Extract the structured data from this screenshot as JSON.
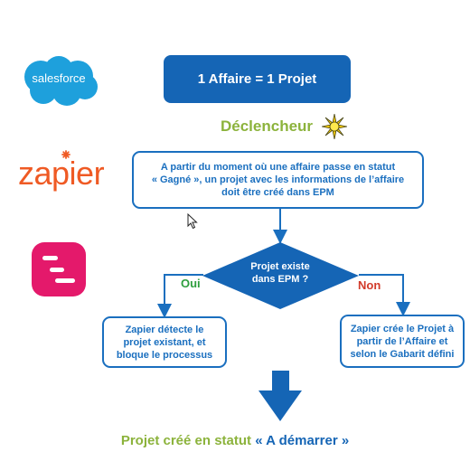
{
  "logos": {
    "salesforce_text": "salesforce",
    "zapier_text": "zapier",
    "app_logo_icon": "epm-logo-icon"
  },
  "diagram": {
    "title": "1 Affaire = 1 Projet",
    "trigger_label": "Déclencheur",
    "trigger_text_lines": [
      "A partir du moment où une affaire passe en statut",
      "« Gagné », un projet avec les informations de l’affaire",
      "doit être créé dans EPM"
    ],
    "decision_lines": [
      "Projet existe",
      "dans  EPM ?"
    ],
    "yes_label": "Oui",
    "no_label": "Non",
    "yes_lines": [
      "Zapier détecte le",
      "projet existant, et",
      "bloque le processus"
    ],
    "no_lines": [
      "Zapier crée le Projet à",
      "partir de l’Affaire et",
      "selon le Gabarit défini"
    ],
    "result_prefix": "Projet créé en statut ",
    "result_status": "« A démarrer »"
  },
  "colors": {
    "primary_blue": "#1565b5",
    "green": "#8cb33c",
    "yes_green": "#2e9e3e",
    "no_red": "#d23a2a",
    "zapier_orange": "#ef5a24",
    "epm_pink": "#e4196b",
    "salesforce_blue": "#1ea0dc"
  }
}
